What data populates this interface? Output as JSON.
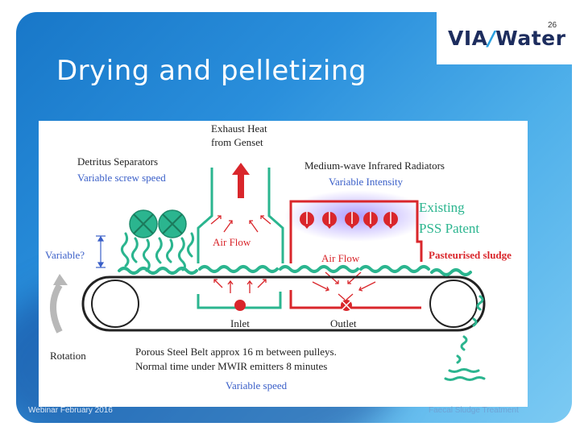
{
  "slide": {
    "page_number": "26",
    "title": "Drying and pelletizing",
    "logo": {
      "via": "VIA",
      "water": "Water"
    },
    "footer_left": "Webinar February 2016",
    "footer_right": "Faecal Sludge Treatment"
  },
  "diagram": {
    "exhaust": [
      "Exhaust Heat",
      "from Genset"
    ],
    "detritus_title": "Detritus Separators",
    "detritus_sub": "Variable screw speed",
    "infrared_title": "Medium-wave Infrared Radiators",
    "infrared_sub": "Variable Intensity",
    "existing": "Existing",
    "patent": "PSS Patent",
    "variable_q": "Variable?",
    "air_flow_left": "Air Flow",
    "air_flow_right": "Air Flow",
    "pasteurised": "Pasteurised sludge",
    "inlet": "Inlet",
    "outlet": "Outlet",
    "rotation": "Rotation",
    "belt_line1": "Porous Steel Belt approx 16 m between pulleys.",
    "belt_line2": "Normal time under MWIR emitters 8 minutes",
    "variable_speed": "Variable speed"
  },
  "colors": {
    "teal": "#2bb58f",
    "red": "#d9262b",
    "blue_text": "#3a5fc8",
    "green_text": "#2bb58f"
  }
}
